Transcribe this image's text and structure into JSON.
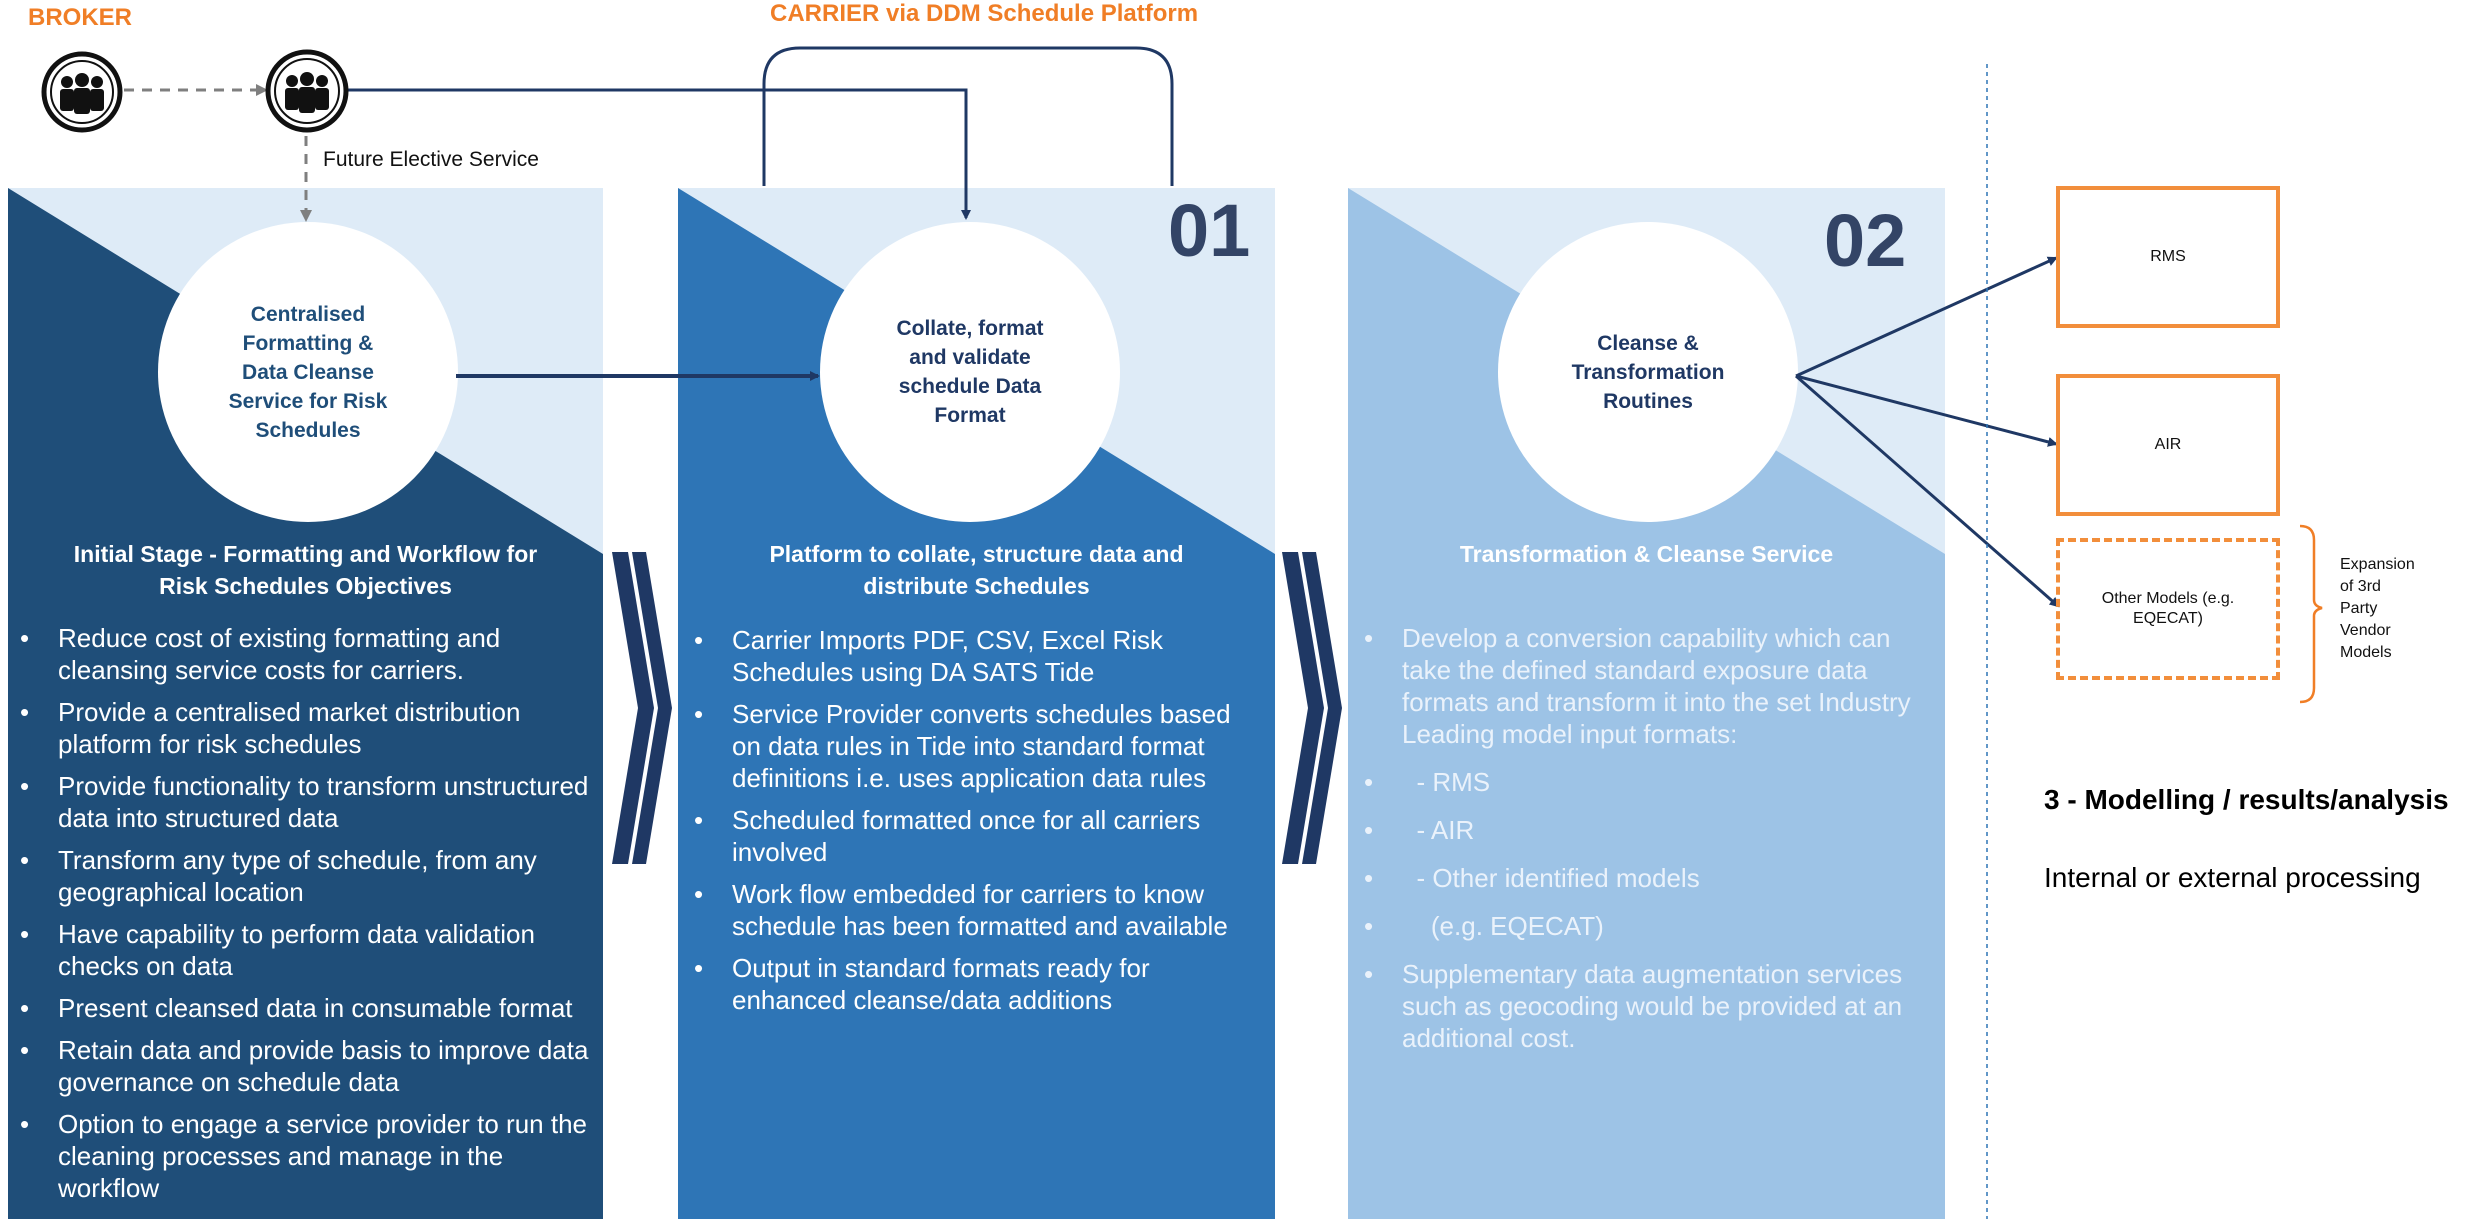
{
  "header": {
    "broker_label": "BROKER",
    "carrier_label": "CARRIER via DDM Schedule Platform",
    "future_service": "Future Elective Service"
  },
  "columns": [
    {
      "circle_text": "Centralised\nFormatting  &\nData Cleanse\nService for Risk\nSchedules",
      "heading": "Initial Stage - Formatting and Workflow for\nRisk Schedules Objectives",
      "bullets": [
        "Reduce cost of existing formatting and cleansing service costs for carriers.",
        "Provide a centralised market distribution platform for risk schedules",
        "Provide functionality to transform unstructured data into structured data",
        "Transform any type of schedule, from any geographical location",
        "Have capability to perform data validation checks on data",
        "Present cleansed data in consumable format",
        "Retain data and provide basis to improve data governance on schedule data",
        "Option to engage a service provider to run the cleaning processes and manage in the workflow"
      ]
    },
    {
      "number": "01",
      "circle_text": "Collate, format\nand validate\nschedule  Data\nFormat",
      "heading": "Platform to collate,  structure data and\ndistribute Schedules",
      "bullets": [
        "Carrier Imports PDF, CSV, Excel Risk Schedules using DA SATS Tide",
        "Service Provider converts schedules based on data rules in Tide  into standard format definitions i.e. uses application data rules",
        "Scheduled formatted once for all carriers involved",
        "Work flow embedded for carriers to know schedule has been formatted  and available",
        "Output in standard formats ready for enhanced cleanse/data additions"
      ]
    },
    {
      "number": "02",
      "circle_text": "Cleanse &\nTransformation\nRoutines",
      "heading": "Transformation & Cleanse Service",
      "bullets": [
        "Develop a conversion capability which can take the defined standard exposure data formats and transform it into the set Industry Leading model input formats:",
        "  - RMS",
        "  - AIR",
        "  - Other identified models",
        "    (e.g. EQECAT)",
        "Supplementary data augmentation services such as geocoding would be provided at an additional cost."
      ]
    }
  ],
  "models": {
    "boxes": [
      "RMS",
      "AIR",
      "Other Models (e.g.\nEQECAT)"
    ],
    "expansion_note": "Expansion\nof 3rd\nParty\nVendor\nModels"
  },
  "results": {
    "title": "3 - Modelling / results/analysis",
    "subtitle": "Internal or external processing"
  },
  "colors": {
    "col1": "#1F4E79",
    "col2": "#2E75B6",
    "col3": "#9DC3E6",
    "light": "#DEEBF7",
    "arrow": "#1F3864",
    "orange": "#F07E26"
  }
}
